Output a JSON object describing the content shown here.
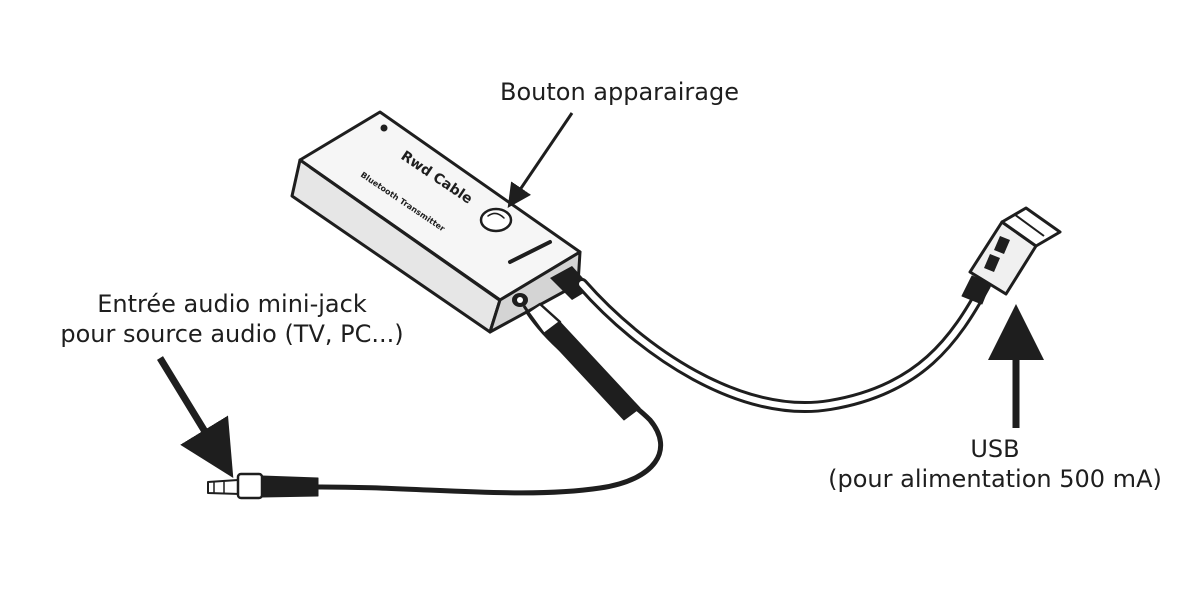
{
  "labels": {
    "pairing_button": "Bouton apparairage",
    "audio_input": {
      "line1": "Entrée audio mini-jack",
      "line2": "pour source audio (TV, PC...)"
    },
    "usb": {
      "line1": "USB",
      "line2": "(pour alimentation 500 mA)"
    }
  },
  "device_markings": {
    "brand": "Rwd Cable",
    "model": "Bluetooth Transmitter"
  },
  "colors": {
    "ink": "#1e1e1e",
    "background": "#ffffff"
  }
}
